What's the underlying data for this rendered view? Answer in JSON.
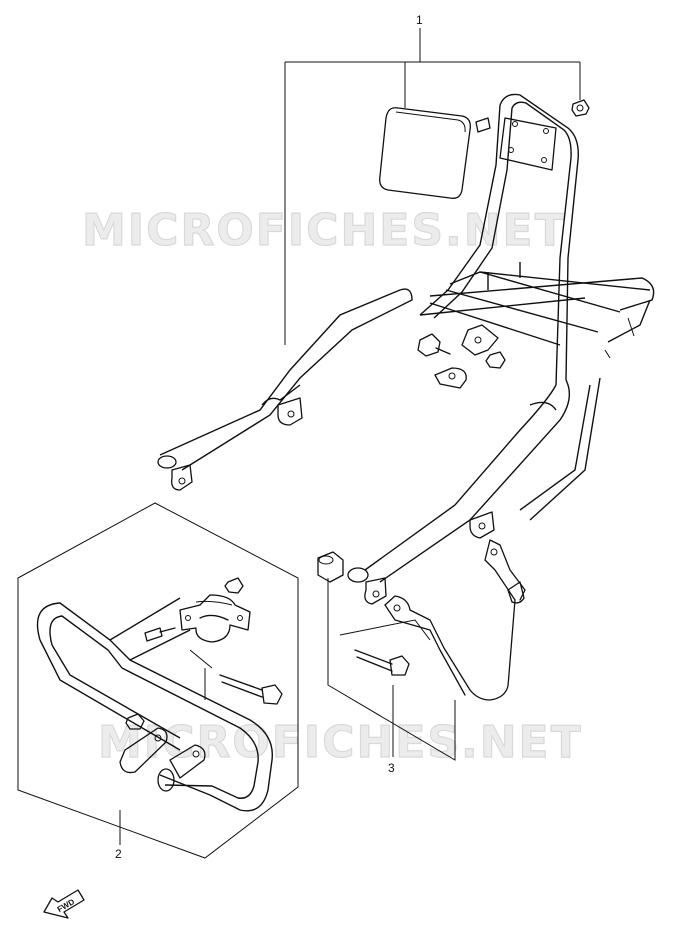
{
  "watermark": {
    "text_top": "MICROFICHES.NET",
    "text_bottom": "MICROFICHES.NET"
  },
  "callouts": [
    {
      "id": "1",
      "label": "1"
    },
    {
      "id": "2",
      "label": "2"
    },
    {
      "id": "3",
      "label": "3"
    }
  ],
  "direction_indicator": {
    "label": "FWD",
    "icon": "arrow-left-down-icon"
  }
}
